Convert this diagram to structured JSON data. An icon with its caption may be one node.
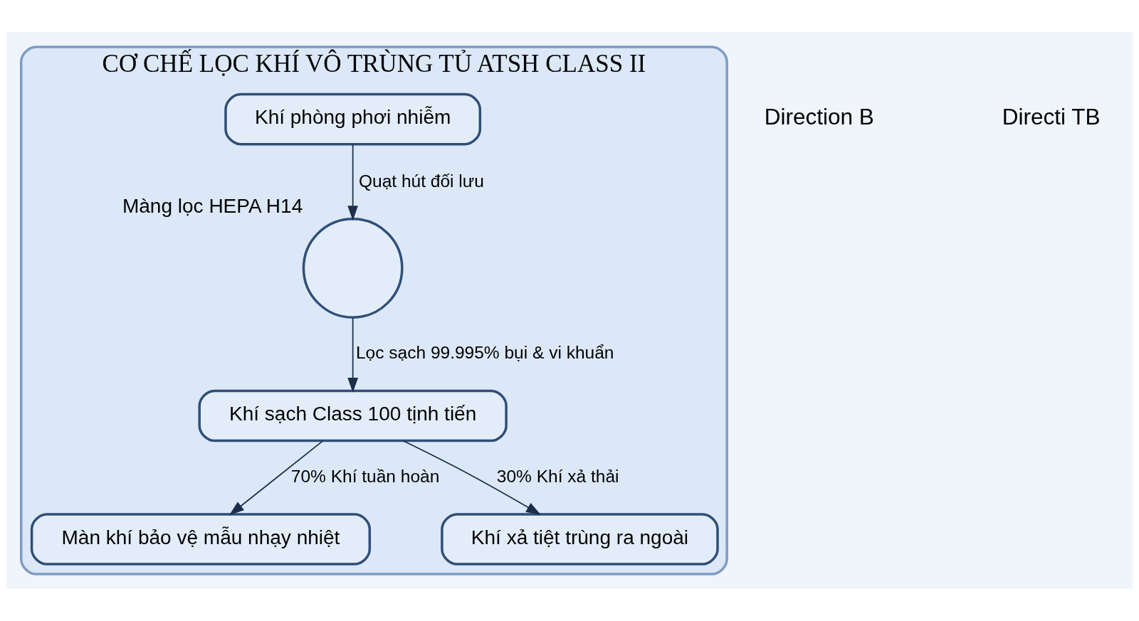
{
  "diagram": {
    "nodes": [
      {
        "text": [
          "CƠ CHẾ LỌC KHÍ VÔ TRÙNG TỦ ATSH CLASS II"
        ]
      },
      {
        "text": [
          "Khí phòng phơi nhiễm"
        ],
        "in": 0
      },
      {
        "text": [],
        "shape": "circle",
        "beside": [
          "Màng lọc HEPA H14"
        ],
        "in": 0
      },
      {
        "text": [
          "Khí sạch Class 100 tịnh tiến"
        ],
        "in": 0
      },
      {
        "text": [
          "Màn khí bảo vệ mẫu nhạy nhiệt"
        ],
        "in": 0
      },
      {
        "text": [
          "Khí xả tiệt trùng ra ngoài"
        ],
        "in": 0
      }
    ],
    "edges": [
      {
        "from": 1,
        "to": 2,
        "arrow": "to",
        "label": "Quạt hút đối lưu"
      },
      {
        "from": 2,
        "to": 3,
        "arrow": "to",
        "label": "Lọc sạch 99.995% bụi & vi khuẩn"
      },
      {
        "from": 3,
        "to": 4,
        "arrow": "to",
        "label": "70% Khí tuần hoàn"
      },
      {
        "from": 3,
        "to": 5,
        "arrow": "to",
        "label": "30% Khí xả thải"
      }
    ],
    "labels": [
      "Direction B",
      "Directi TB"
    ]
  }
}
